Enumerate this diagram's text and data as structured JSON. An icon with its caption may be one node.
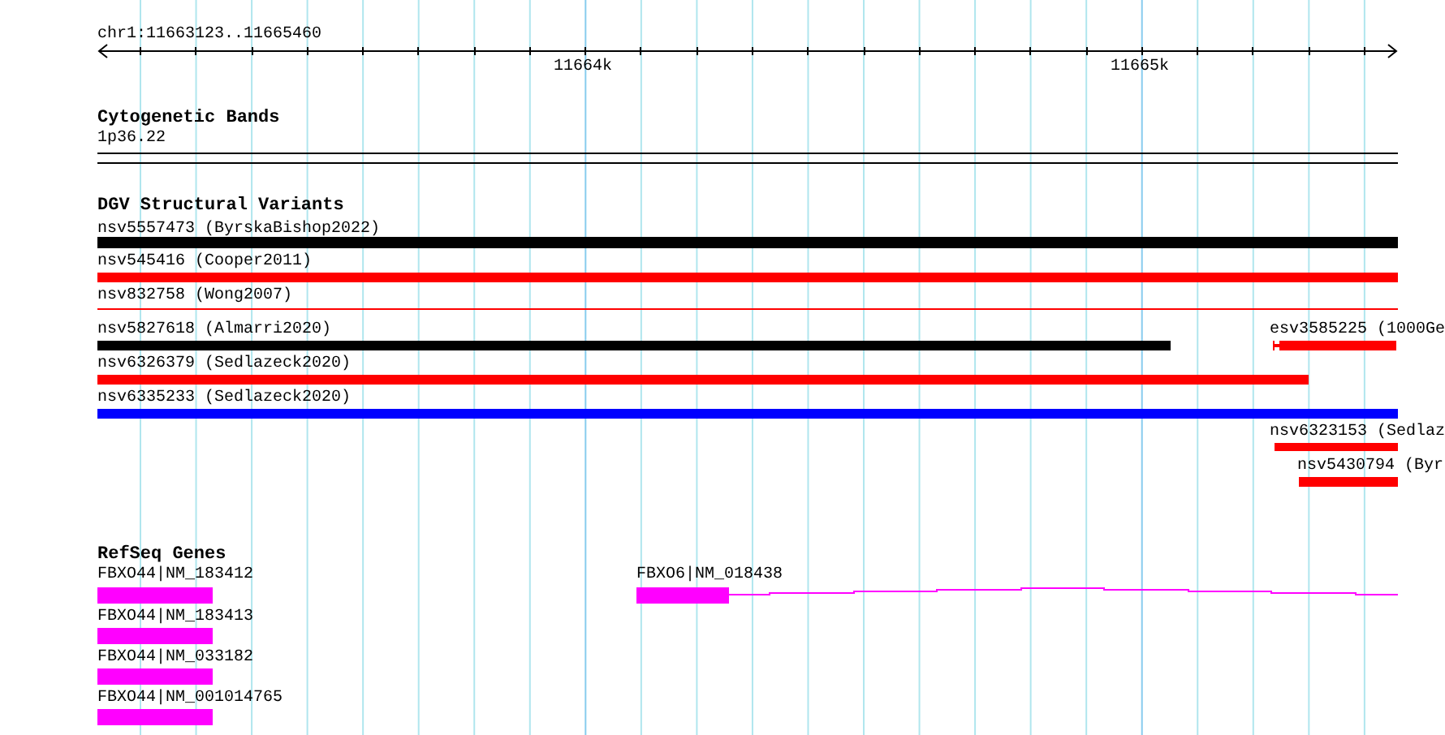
{
  "diagram": {
    "nodes": [
      {
        "text": [
          "1p36.22"
        ]
      },
      {
        "text": [
          "nsv5557473 (ByrskaBishop2022)"
        ]
      },
      {
        "text": [
          "nsv545416 (Cooper2011)"
        ]
      },
      {
        "text": [
          "nsv832758 (Wong2007)"
        ]
      },
      {
        "text": [
          "nsv5827618 (Almarri2020)"
        ]
      },
      {
        "text": [
          "esv3585225 (1000Ge"
        ]
      },
      {
        "text": [
          "nsv6326379 (Sedlazeck2020)"
        ]
      },
      {
        "text": [
          "nsv6335233 (Sedlazeck2020)"
        ]
      },
      {
        "text": [
          "nsv6323153 (Sedlaz"
        ]
      },
      {
        "text": [
          "nsv5430794 (Byr"
        ]
      },
      {
        "text": [
          "FBXO44|NM_183412"
        ]
      },
      {
        "text": [
          "FBXO6|NM_018438"
        ]
      },
      {
        "text": [
          "FBXO44|NM_183413"
        ]
      },
      {
        "text": [
          "FBXO44|NM_033182"
        ]
      },
      {
        "text": [
          "FBXO44|NM_001014765"
        ]
      }
    ],
    "labels": [
      "chr1:11663123..11665460",
      "11664k",
      "11665k",
      "Cytogenetic Bands",
      "DGV Structural Variants",
      "RefSeq Genes"
    ]
  }
}
